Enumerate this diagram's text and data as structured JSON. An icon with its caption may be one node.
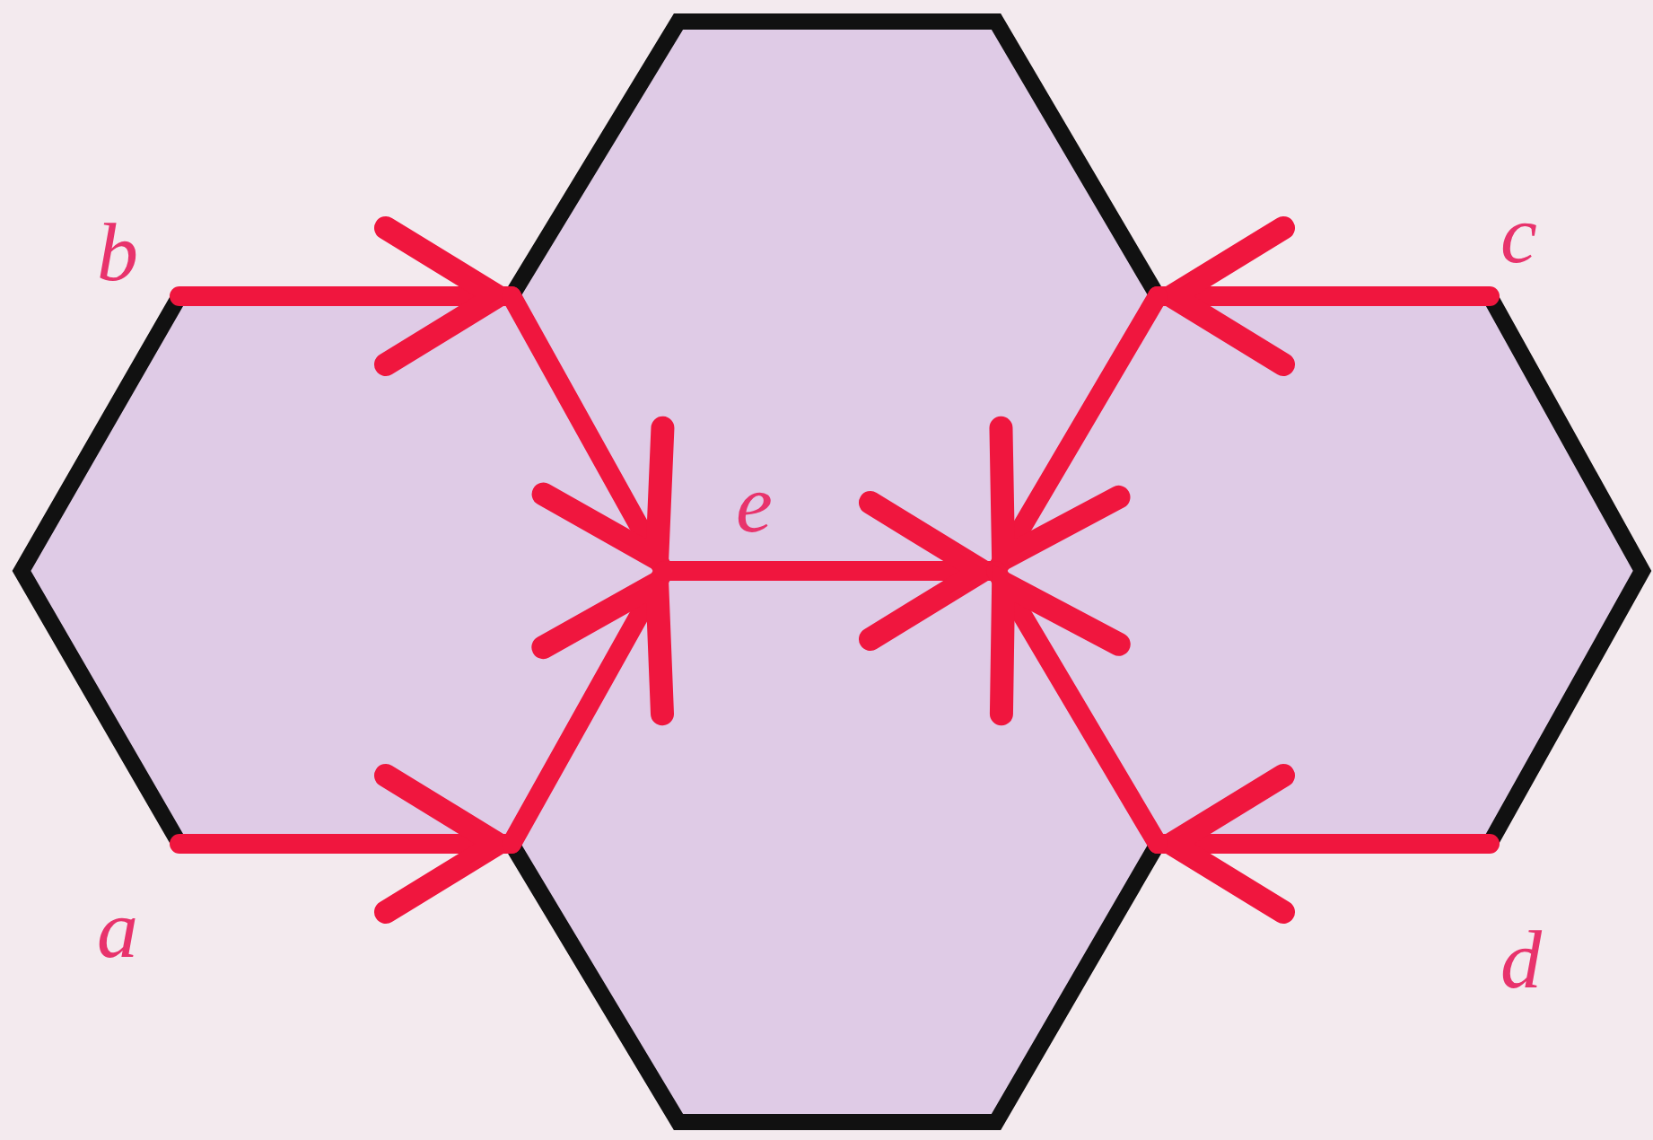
{
  "diagram": {
    "labels": [
      "b",
      "c",
      "e",
      "a",
      "d"
    ]
  }
}
